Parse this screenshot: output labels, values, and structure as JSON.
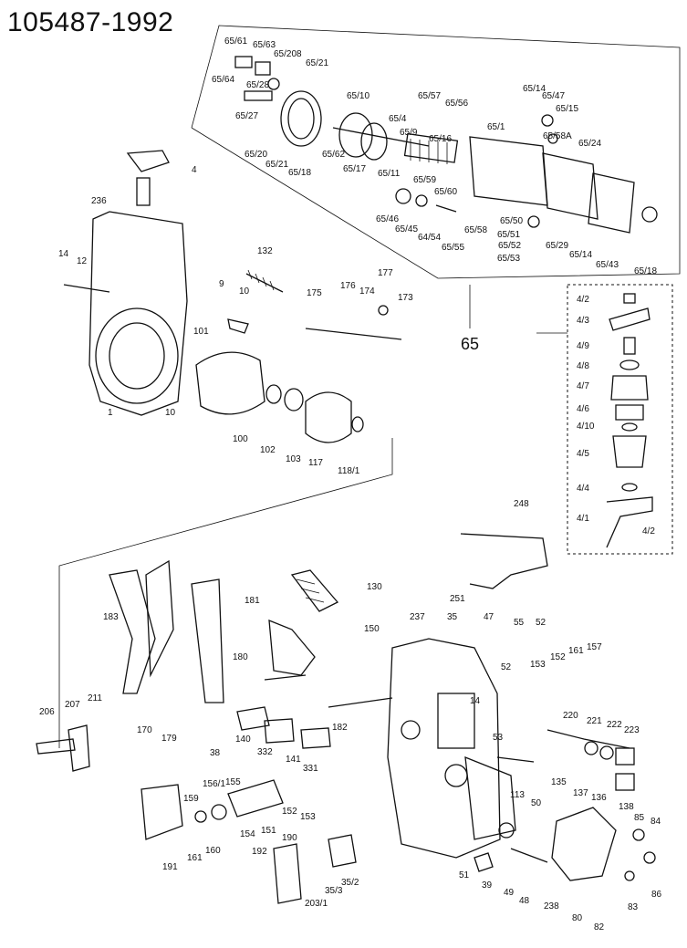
{
  "title": "105487-1992",
  "assembly_label": "65",
  "callouts": [
    "65/61",
    "65/63",
    "65/64",
    "65/208",
    "65/21",
    "65/28",
    "65/27",
    "65/20",
    "65/21",
    "65/18",
    "65/62",
    "65/10",
    "65/4",
    "65/9",
    "65/17",
    "65/11",
    "65/57",
    "65/56",
    "65/16",
    "65/59",
    "65/60",
    "65/1",
    "65/14",
    "65/47",
    "65/15",
    "65/58A",
    "65/24",
    "65/46",
    "65/45",
    "64/54",
    "65/55",
    "65/58",
    "65/50",
    "65/51",
    "65/52",
    "65/53",
    "65/29",
    "65/14",
    "65/43",
    "65/18",
    "4",
    "236",
    "14",
    "12",
    "132",
    "9",
    "10",
    "101",
    "175",
    "176",
    "177",
    "174",
    "173",
    "1",
    "10",
    "100",
    "102",
    "103",
    "117",
    "118/1",
    "4/2",
    "4/3",
    "4/9",
    "4/8",
    "4/7",
    "4/6",
    "4/10",
    "4/5",
    "4/4",
    "4/1",
    "4/2",
    "248",
    "251",
    "55",
    "52",
    "183",
    "181",
    "130",
    "150",
    "237",
    "35",
    "47",
    "52",
    "153",
    "152",
    "161",
    "157",
    "206",
    "207",
    "211",
    "170",
    "179",
    "180",
    "38",
    "140",
    "332",
    "141",
    "331",
    "182",
    "14",
    "53",
    "220",
    "221",
    "222",
    "223",
    "135",
    "137",
    "136",
    "138",
    "113",
    "50",
    "159",
    "156/1",
    "155",
    "154",
    "151",
    "152",
    "153",
    "190",
    "191",
    "161",
    "160",
    "192",
    "203/1",
    "35/3",
    "35/2",
    "51",
    "39",
    "49",
    "48",
    "238",
    "80",
    "82",
    "83",
    "85",
    "84",
    "86"
  ]
}
